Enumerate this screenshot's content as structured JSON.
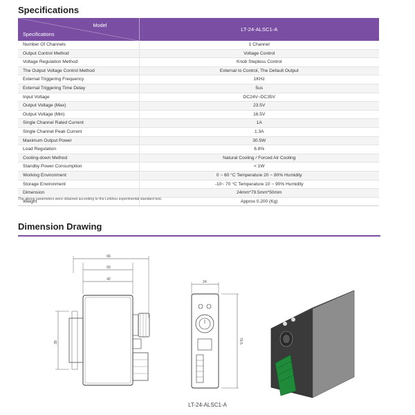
{
  "specifications": {
    "title": "Specifications",
    "header_model_label": "Model",
    "header_spec_label": "Specifications",
    "model_name": "LT-24-ALSC1-A",
    "rows": [
      {
        "label": "Number Of Channels",
        "value": "1 Channel"
      },
      {
        "label": "Output Control Method",
        "value": "Voltage Control"
      },
      {
        "label": "Voltage Regulation Method",
        "value": "Knob Stepless Control"
      },
      {
        "label": "The Output Voltage Control Method",
        "value": "External Io Control, The Default Output"
      },
      {
        "label": "External Triggering Frequency",
        "value": "1KHz"
      },
      {
        "label": "External Triggering Time Delay",
        "value": "5us"
      },
      {
        "label": "Input Voltage",
        "value": "DC24V~DC35V"
      },
      {
        "label": "Output Voltage (Max)",
        "value": "23.5V"
      },
      {
        "label": "Output Voltage (Min)",
        "value": "16.5V"
      },
      {
        "label": "Single Channel Rated Current",
        "value": "1A"
      },
      {
        "label": "Single Channel Peak Current",
        "value": "1.3A"
      },
      {
        "label": "Maximum Output Power",
        "value": "30.5W"
      },
      {
        "label": "Load Regulation",
        "value": "6.8%"
      },
      {
        "label": "Cooling-down Method",
        "value": "Natural Cooling / Forced Air Cooling"
      },
      {
        "label": "Standby Power Consumption",
        "value": "< 1W"
      },
      {
        "label": "Working Environment",
        "value": "0 ~ 60 °C Temperature  20 ~ 80% Humidity"
      },
      {
        "label": "Storage Environment",
        "value": "-10~ 70 °C Temperature  10 ~ 90% Humidity"
      },
      {
        "label": "Dimension",
        "value": "24mm*79.5mm*50mm"
      },
      {
        "label": "Weight",
        "value": "Approx  0.200 (Kg)"
      }
    ],
    "footnote": "The above parameters were obtained according to the Linkhou experimental standard test."
  },
  "dimension_drawing": {
    "title": "Dimension Drawing",
    "dims": {
      "overall_width": "66",
      "body_width": "50",
      "inner_width": "42",
      "height_side": "39",
      "front_width": "24",
      "front_height": "79.5"
    },
    "caption": "LT-24-ALSC1-A"
  },
  "colors": {
    "accent": "#7a4ea3"
  }
}
